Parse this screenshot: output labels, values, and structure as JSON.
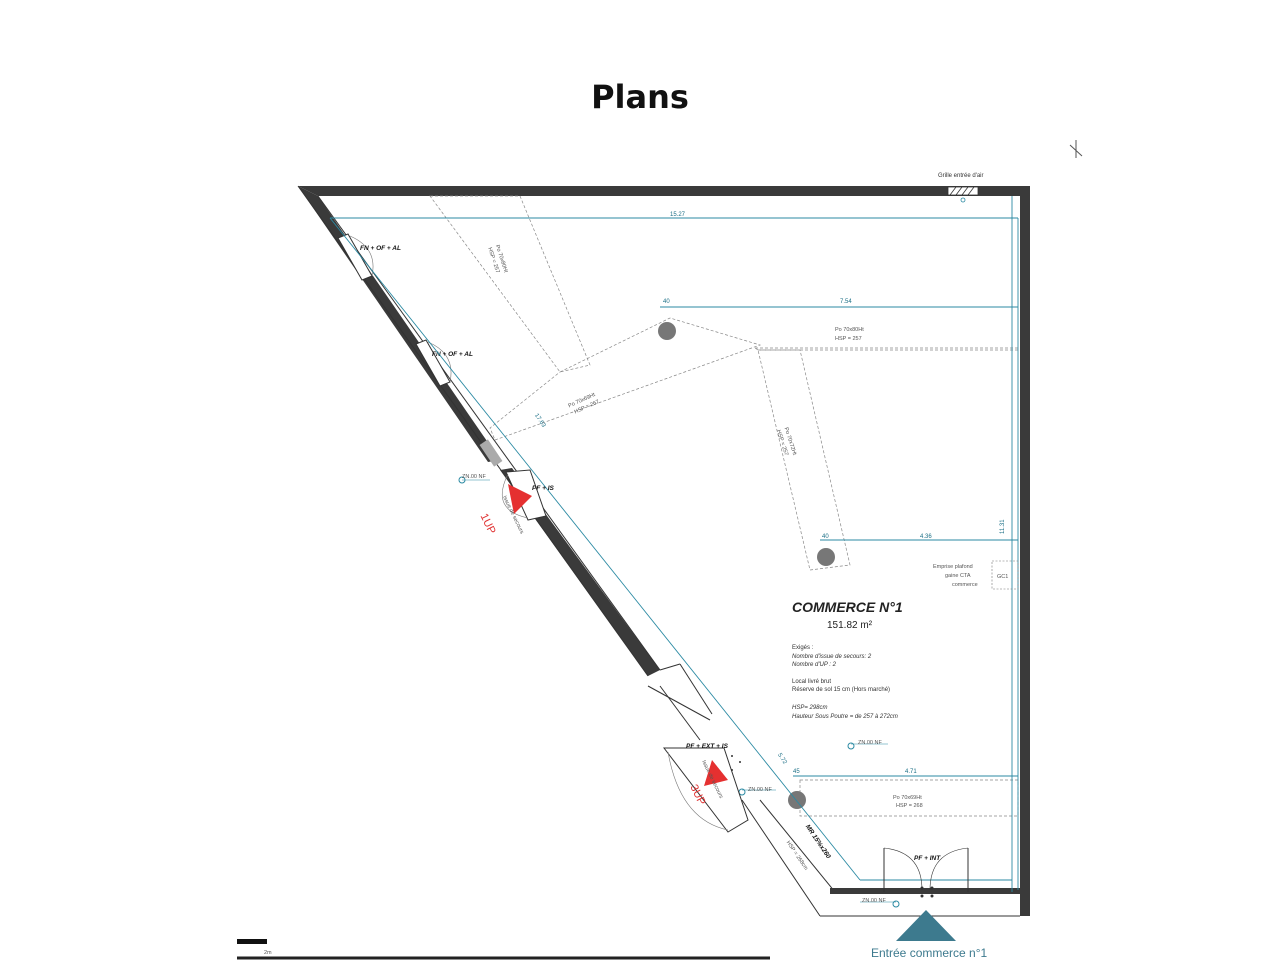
{
  "title": "Plans",
  "plan": {
    "unit_name": "COMMERCE N°1",
    "area": "151.82 m²",
    "notes": {
      "exige": "Exigés :",
      "issues": "Nombre d'issue de secours: 2",
      "up": "Nombre d'UP : 2",
      "local": "Local livré brut",
      "reserve": "Réserve de sol 15 cm (Hors marché)",
      "hsp": "HSP= 298cm",
      "hauteur": "Hauteur Sous Poutre = de 257 à 272cm"
    },
    "grille": "Grille entrée d'air",
    "emprise": [
      "Emprise plafond",
      "gaine CTA",
      "commerce"
    ],
    "gc": "GC1",
    "windows": [
      "FN + OF + AL",
      "FN + OF + AL"
    ],
    "door_pf_is": "PF + IS",
    "door_pf_ext_is": "PF + EXT + IS",
    "door_pf_int": "PF + INT",
    "up_1": "1UP",
    "up_3": "3UP",
    "issue_label": "Issue de secours",
    "beams": [
      {
        "l1": "Po 70x80Ht",
        "l2": "HSP = 257"
      },
      {
        "l1": "Po 70x69Ht",
        "l2": "HSP = 268"
      }
    ],
    "diag_beam": [
      "Po 70x80Ht",
      "HSP = 257"
    ],
    "diag_beam2": [
      "Po 70x69Ht",
      "HSP = 267"
    ],
    "diag_beam3": [
      "Po 70x72Ht",
      "HSP = 257"
    ],
    "dims": {
      "top": "15.27",
      "upper": "7.54",
      "mid": "4.36",
      "lower": "4.71",
      "right": "11.31",
      "diag": "17.63",
      "diag2": "5.72",
      "d40a": "40",
      "d40b": "40",
      "d45": "45"
    },
    "levels": [
      "ZN.00 NF",
      "ZN.00 NF",
      "ZN.00 NF",
      "ZN.00 NF"
    ],
    "mr_label": "MR 15%x260",
    "hsp_lower": "HSP = 268cm",
    "entrance": "Entrée commerce n°1",
    "scale": "2m"
  },
  "colors": {
    "wall": "#3a3a3a",
    "dimension": "#2b8aa3",
    "red": "#e53030",
    "entrance": "#3d7a8e"
  }
}
